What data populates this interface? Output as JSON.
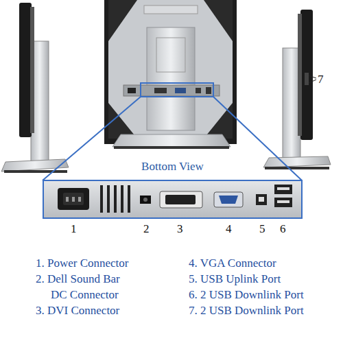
{
  "diagram": {
    "nodes": [
      {
        "text": [
          "Bottom View"
        ]
      }
    ],
    "labels": [
      "1",
      "2",
      "3",
      "4",
      "5",
      "6",
      "7",
      "1. Power Connector",
      "2. Dell Sound Bar DC Connector",
      "3. DVI Connector",
      "4. VGA Connector",
      "5. USB Uplink Port",
      "6. 2 USB Downlink Port",
      "7. 2 USB Downlink Port"
    ]
  }
}
